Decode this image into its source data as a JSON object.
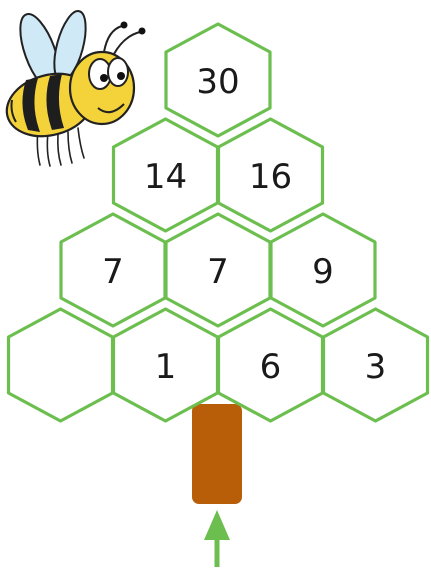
{
  "puzzle": {
    "rows": [
      [
        "30"
      ],
      [
        "14",
        "16"
      ],
      [
        "7",
        "7",
        "9"
      ],
      [
        "",
        "1",
        "6",
        "3"
      ]
    ]
  },
  "colors": {
    "hex_stroke": "#6cbf4f",
    "trunk": "#b85e08",
    "arrow": "#6cbf4f",
    "background": "#ffffff"
  },
  "decorations": {
    "mascot": "bee-illustration",
    "pointer": "up-arrow-icon"
  }
}
